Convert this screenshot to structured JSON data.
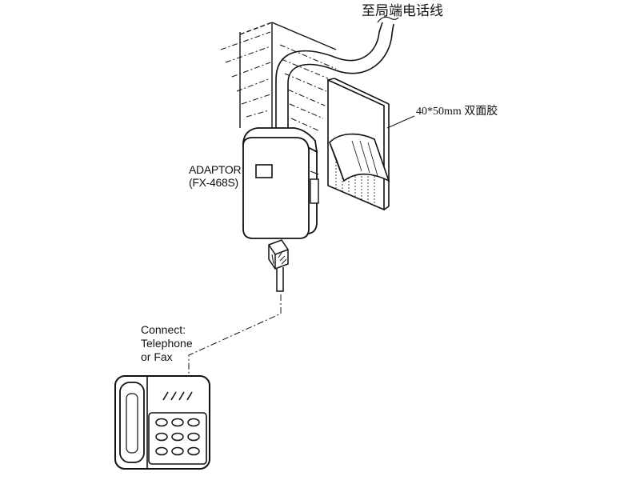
{
  "labels": {
    "line_to_exchange": "至局端电话线",
    "tape_spec": "40*50mm  双面胶",
    "adaptor_name": "ADAPTOR",
    "adaptor_model": "(FX-468S)",
    "connect_line1": "Connect:",
    "connect_line2": "Telephone",
    "connect_line3": "or Fax"
  }
}
